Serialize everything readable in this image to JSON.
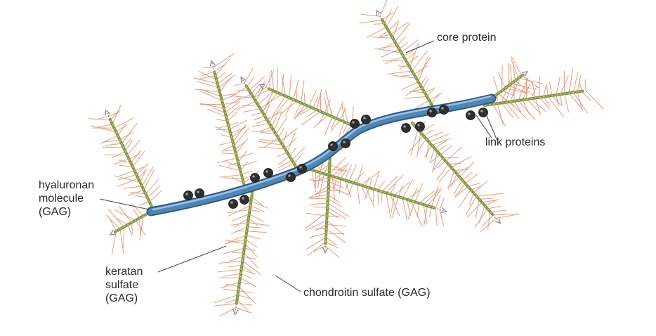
{
  "labels": {
    "core_protein": "core protein",
    "link_proteins": "link proteins",
    "hyaluronan_line1": "hyaluronan",
    "hyaluronan_line2": "molecule",
    "hyaluronan_line3": "(GAG)",
    "keratan_line1": "keratan",
    "keratan_line2": "sulfate",
    "keratan_line3": "(GAG)",
    "chondroitin": "chondroitin sulfate (GAG)"
  },
  "colors": {
    "hyaluronan": "#4f86b6",
    "core_protein": "#7d9a45",
    "chondroitin_bristle": "#e38a68",
    "link_protein": "#2f2f2f",
    "label_text": "#2a2a2a"
  }
}
